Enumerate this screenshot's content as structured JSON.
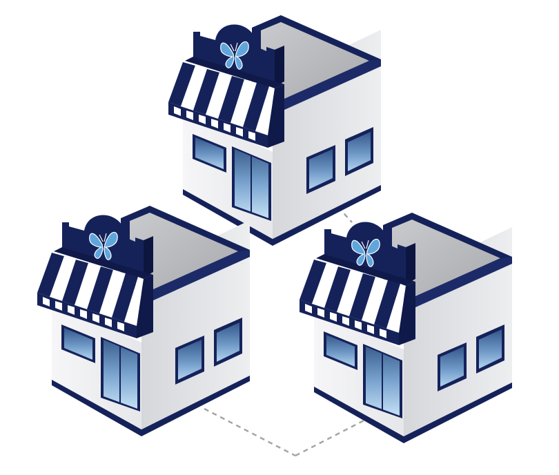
{
  "scene": {
    "subject": "three-storefront-network",
    "store_count": 3,
    "icons": {
      "store": "storefront-icon",
      "logo": "butterfly-icon",
      "connector": "dashed-connector-line"
    },
    "colors": {
      "navy": "#15225a",
      "navy_dark": "#0d1640",
      "wall_front": "#f2f2f4",
      "wall_side": "#dedfe3",
      "roof": "#b9babd",
      "awning_white": "#ffffff",
      "glass_top": "#3b5f8c",
      "glass_bottom": "#a9cbea",
      "butterfly": "#5fa6dc",
      "dash": "#a5a5a5"
    }
  }
}
